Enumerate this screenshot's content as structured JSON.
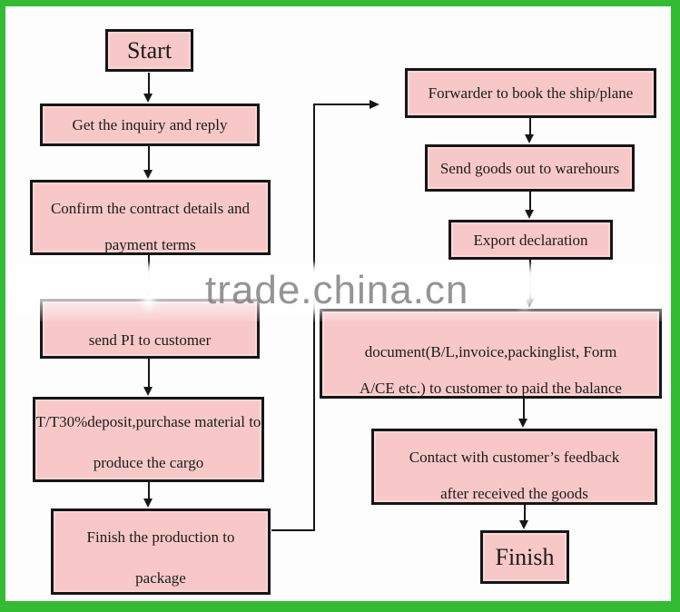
{
  "watermark": {
    "text": "trade.china.cn"
  },
  "colors": {
    "frame_green": "#33bb33",
    "node_fill": "#f8c8c8",
    "node_border": "#161616",
    "arrow": "#161616",
    "watermark_gray": "#7d7d7d"
  },
  "nodes": {
    "start": {
      "label": "Start"
    },
    "inquiry": {
      "label": "Get the inquiry and reply"
    },
    "confirm": {
      "line1": "Confirm the contract details and",
      "line2": "payment terms"
    },
    "send_pi": {
      "label": "send PI to customer"
    },
    "deposit": {
      "line1": "T/T30%deposit,purchase material to",
      "line2": "produce the cargo"
    },
    "finish_production": {
      "line1": "Finish the production to",
      "line2": "package"
    },
    "forwarder": {
      "label": "Forwarder to book the ship/plane"
    },
    "send_goods": {
      "label": "Send goods out to warehours"
    },
    "export_declaration": {
      "label": "Export declaration"
    },
    "documents": {
      "line1": "document(B/L,invoice,packinglist, Form",
      "line2": "A/CE etc.) to customer to paid the balance"
    },
    "feedback": {
      "line1": "Contact with customer’s feedback",
      "line2": "after received the goods"
    },
    "finish": {
      "label": "Finish"
    }
  }
}
